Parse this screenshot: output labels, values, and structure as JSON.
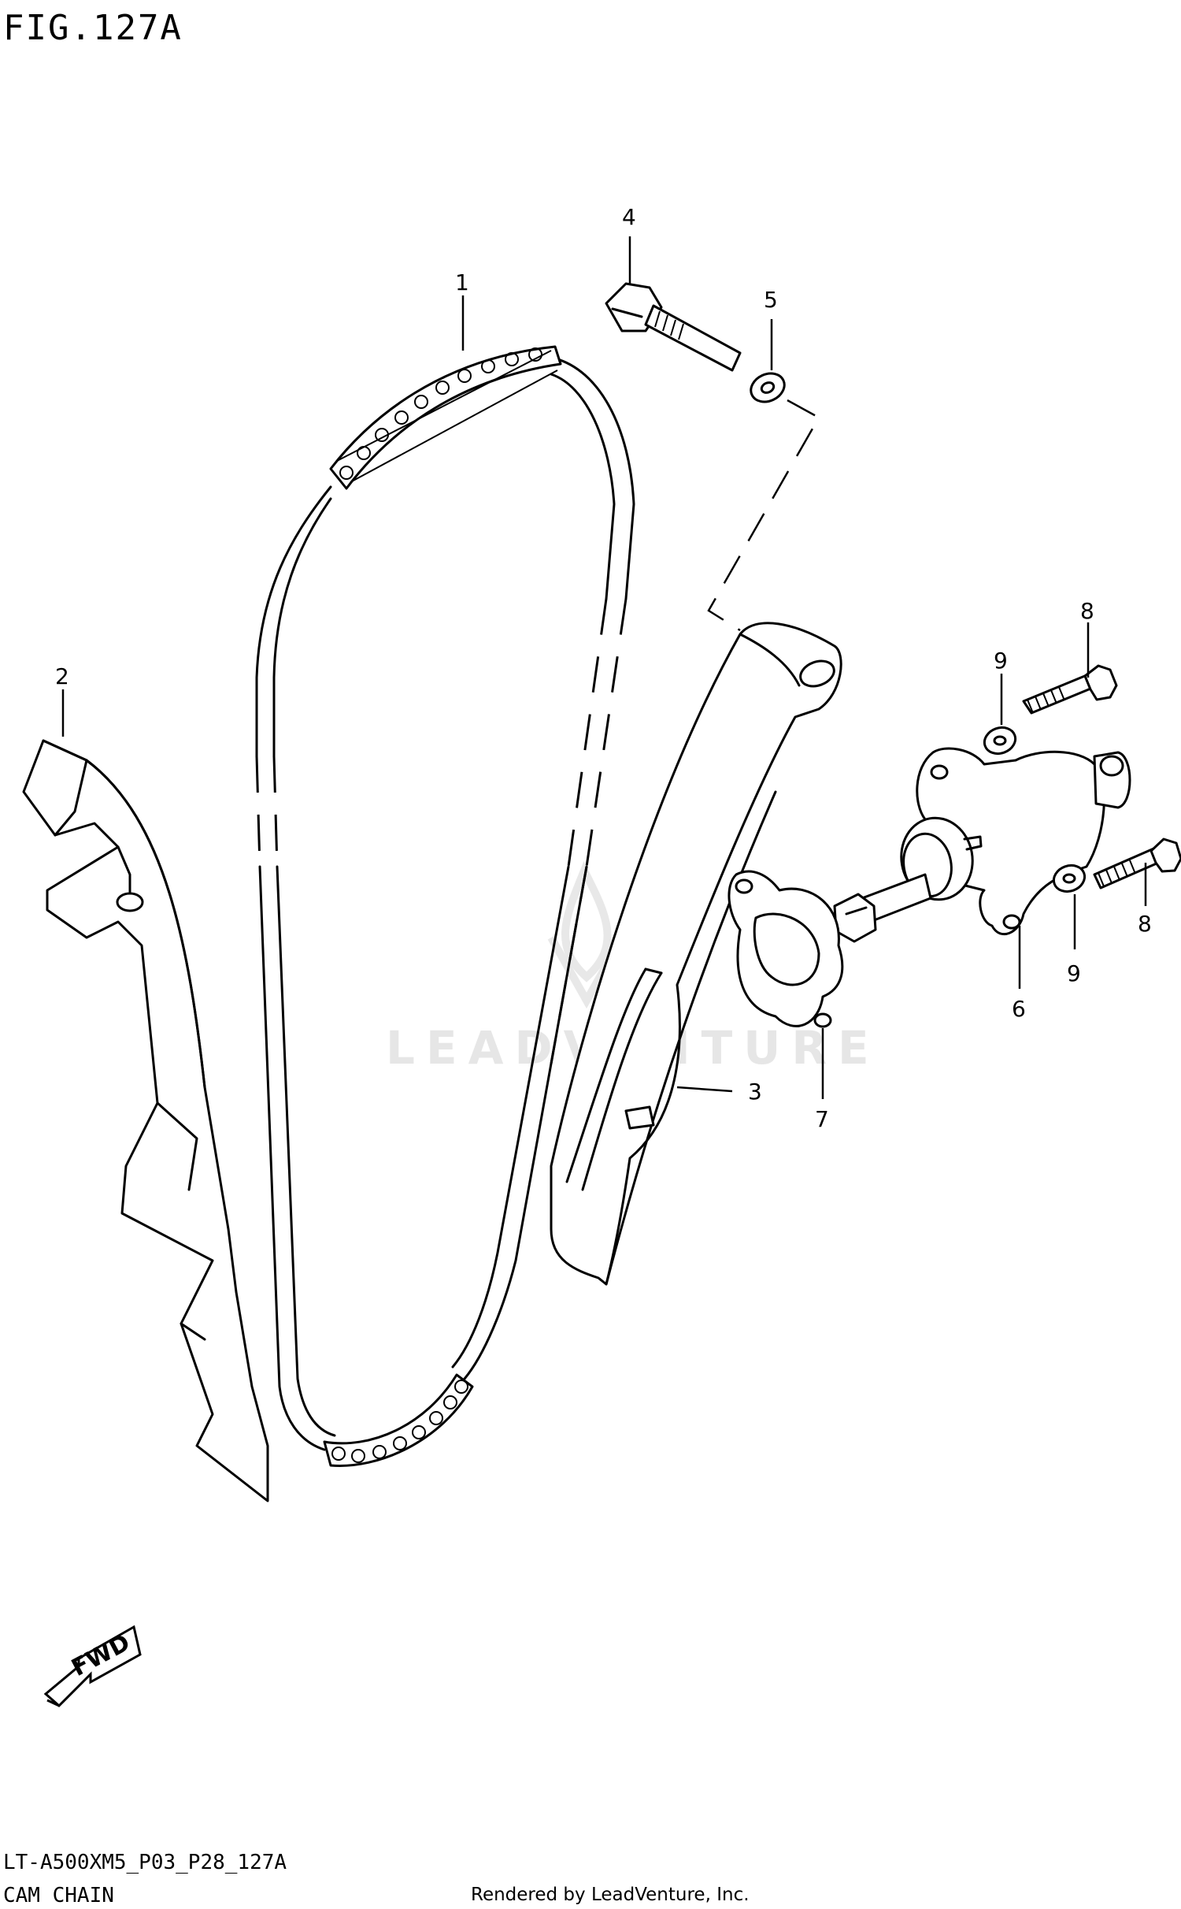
{
  "figure": {
    "title": "FIG.127A",
    "watermark": "LEADVENTURE"
  },
  "callouts": [
    {
      "id": "1",
      "label": "1"
    },
    {
      "id": "2",
      "label": "2"
    },
    {
      "id": "3",
      "label": "3"
    },
    {
      "id": "4",
      "label": "4"
    },
    {
      "id": "5",
      "label": "5"
    },
    {
      "id": "6",
      "label": "6"
    },
    {
      "id": "7",
      "label": "7"
    },
    {
      "id": "8a",
      "label": "8"
    },
    {
      "id": "8b",
      "label": "8"
    },
    {
      "id": "9a",
      "label": "9"
    },
    {
      "id": "9b",
      "label": "9"
    }
  ],
  "direction_badge": {
    "label": "FWD"
  },
  "footer": {
    "code": "LT-A500XM5_P03_P28_127A",
    "name": "CAM CHAIN",
    "credit": "Rendered by LeadVenture, Inc."
  }
}
